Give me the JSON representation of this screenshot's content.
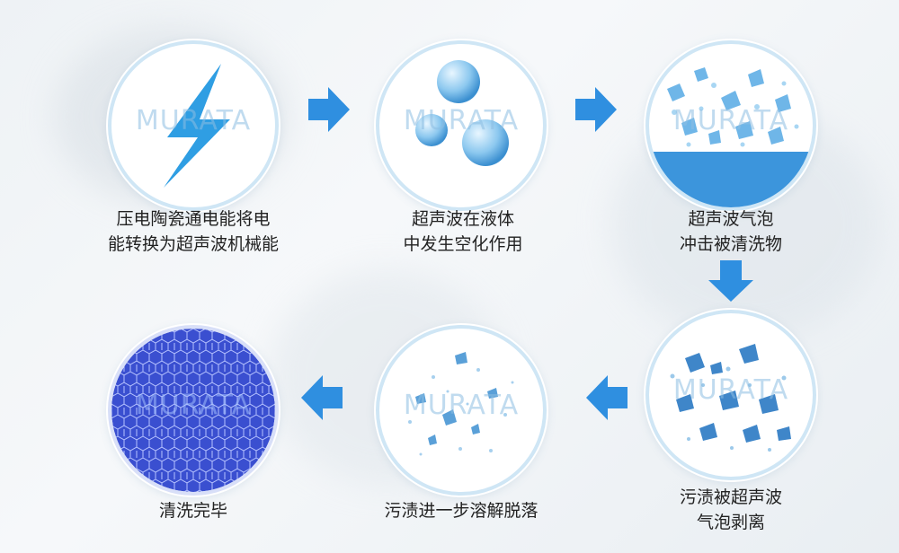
{
  "watermark": "MURATA",
  "steps": [
    {
      "caption": [
        "压电陶瓷通电能将电",
        "能转换为超声波机械能"
      ],
      "icon": "lightning-icon"
    },
    {
      "caption": [
        "超声波在液体",
        "中发生空化作用"
      ],
      "icon": "bubbles-icon"
    },
    {
      "caption": [
        "超声波气泡",
        "冲击被清洗物"
      ],
      "icon": "bubble-impact-icon"
    },
    {
      "caption": [
        "污渍被超声波",
        "气泡剥离"
      ],
      "icon": "dirt-peeling-icon"
    },
    {
      "caption": [
        "污渍进一步溶解脱落"
      ],
      "icon": "dirt-dissolving-icon"
    },
    {
      "caption": [
        "清洗完毕"
      ],
      "icon": "clean-surface-icon"
    }
  ],
  "colors": {
    "accent": "#2f8fe0",
    "ring": "#cfe6f5",
    "honeycomb": "#3a4fd0"
  }
}
